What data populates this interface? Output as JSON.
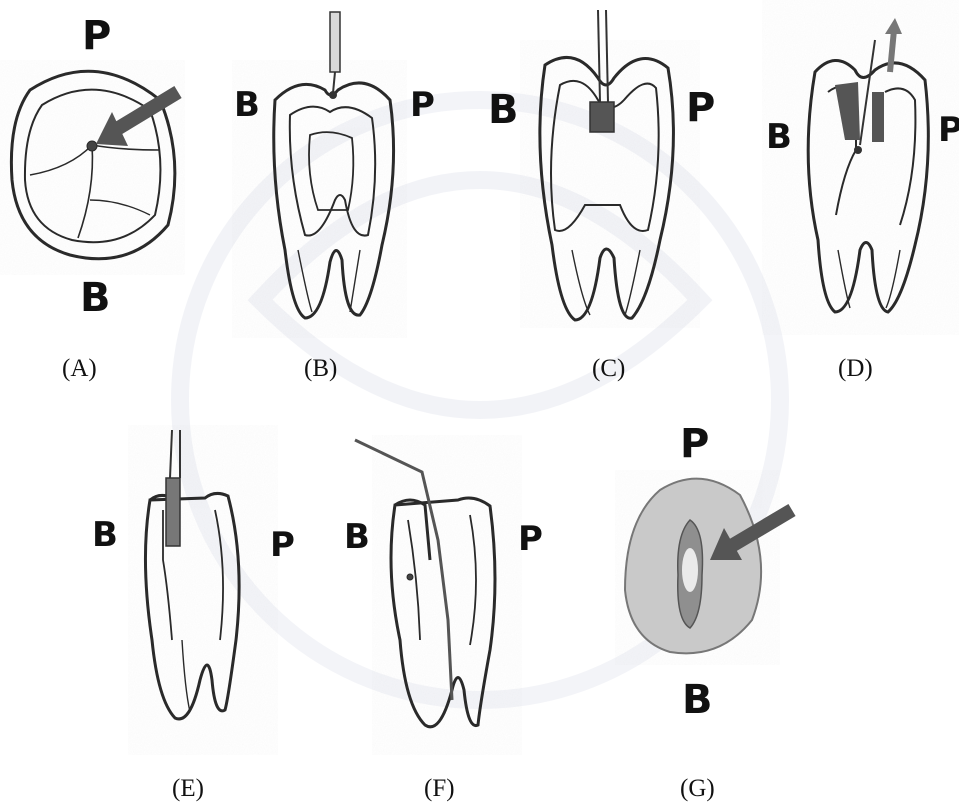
{
  "panels": [
    {
      "caption": "(A)",
      "top": "P",
      "bottom": "B"
    },
    {
      "caption": "(B)",
      "left": "B",
      "right": "P"
    },
    {
      "caption": "(C)",
      "left": "B",
      "right": "P"
    },
    {
      "caption": "(D)",
      "left": "B",
      "right": "P"
    },
    {
      "caption": "(E)",
      "left": "B",
      "right": "P"
    },
    {
      "caption": "(F)",
      "left": "B",
      "right": "P"
    },
    {
      "caption": "(G)",
      "top": "P",
      "bottom": "B"
    }
  ],
  "colors": {
    "arrow": "#555555",
    "outline": "#2a2a2a",
    "background": "#ffffff"
  }
}
